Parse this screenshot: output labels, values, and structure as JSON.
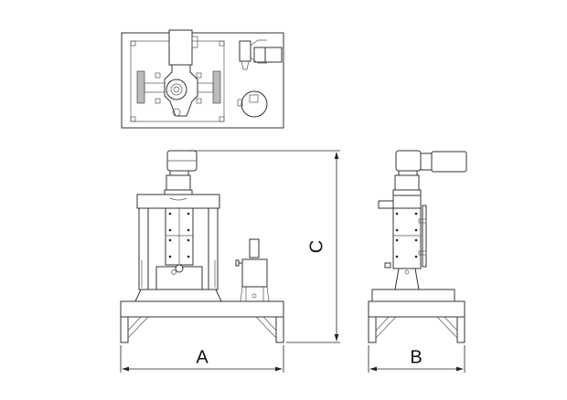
{
  "drawing": {
    "dimension_labels": {
      "width": "A",
      "depth": "B",
      "height": "C"
    },
    "line_color": "#333333",
    "background": "#ffffff"
  }
}
